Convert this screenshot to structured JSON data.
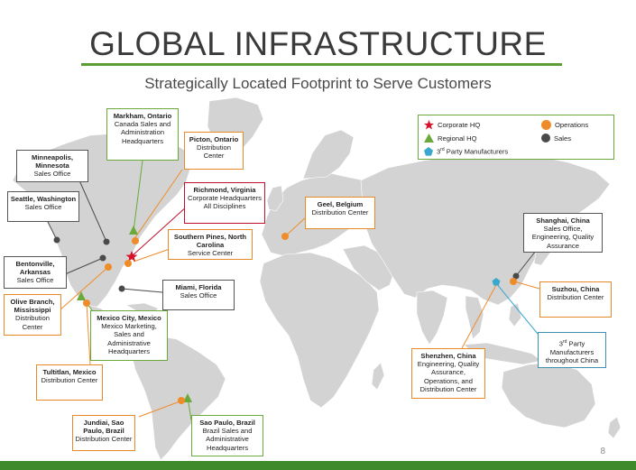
{
  "header": {
    "title": "GLOBAL INFRASTRUCTURE",
    "subtitle": "Strategically Located Footprint to Serve Customers"
  },
  "legend": {
    "corporate_hq": "Corporate HQ",
    "regional_hq": "Regional HQ",
    "third_party": "3",
    "third_party_sup": "rd",
    "third_party_rest": " Party Manufacturers",
    "operations": "Operations",
    "sales": "Sales"
  },
  "colors": {
    "operations": "#ef8c2a",
    "sales": "#4a4a4a",
    "corporate_hq": "#d8102a",
    "regional_hq": "#6aaa3a",
    "third_party": "#3aa7cf",
    "land": "#d3d3d3",
    "accent_green": "#3f8a2a"
  },
  "locations": {
    "markham": {
      "name": "Markham, Ontario",
      "desc": "Canada Sales and Administration Headquarters"
    },
    "picton": {
      "name": "Picton, Ontario",
      "desc": "Distribution Center"
    },
    "minneapolis": {
      "name": "Minneapolis, Minnesota",
      "desc": "Sales Office"
    },
    "richmond": {
      "name": "Richmond, Virginia",
      "desc": "Corporate Headquarters All Disciplines"
    },
    "seattle": {
      "name": "Seattle, Washington",
      "desc": "Sales Office"
    },
    "southern_pines": {
      "name": "Southern Pines, North Carolina",
      "desc": "Service Center"
    },
    "geel": {
      "name": "Geel, Belgium",
      "desc": "Distribution Center"
    },
    "bentonville": {
      "name": "Bentonville, Arkansas",
      "desc": "Sales Office"
    },
    "miami": {
      "name": "Miami, Florida",
      "desc": "Sales Office"
    },
    "olive_branch": {
      "name": "Olive Branch, Mississippi",
      "desc": "Distribution Center"
    },
    "mexico_city": {
      "name": "Mexico City, Mexico",
      "desc": "Mexico Marketing, Sales and Administrative Headquarters"
    },
    "tultitlan": {
      "name": "Tultitlan, Mexico",
      "desc": "Distribution Center"
    },
    "jundiai": {
      "name": "Jundiai, Sao Paulo, Brazil",
      "desc": "Distribution Center"
    },
    "sao_paulo": {
      "name": "Sao Paulo, Brazil",
      "desc": "Brazil Sales and Administrative Headquarters"
    },
    "shanghai": {
      "name": "Shanghai, China",
      "desc": "Sales Office, Engineering, Quality Assurance"
    },
    "suzhou": {
      "name": "Suzhou, China",
      "desc": "Distribution Center"
    },
    "shenzhen": {
      "name": "Shenzhen, China",
      "desc": "Engineering, Quality Assurance, Operations, and Distribution Center"
    },
    "third_party_china": {
      "pre": "3",
      "sup": "rd",
      "post": " Party Manufacturers throughout  China"
    }
  },
  "page_number": "8"
}
